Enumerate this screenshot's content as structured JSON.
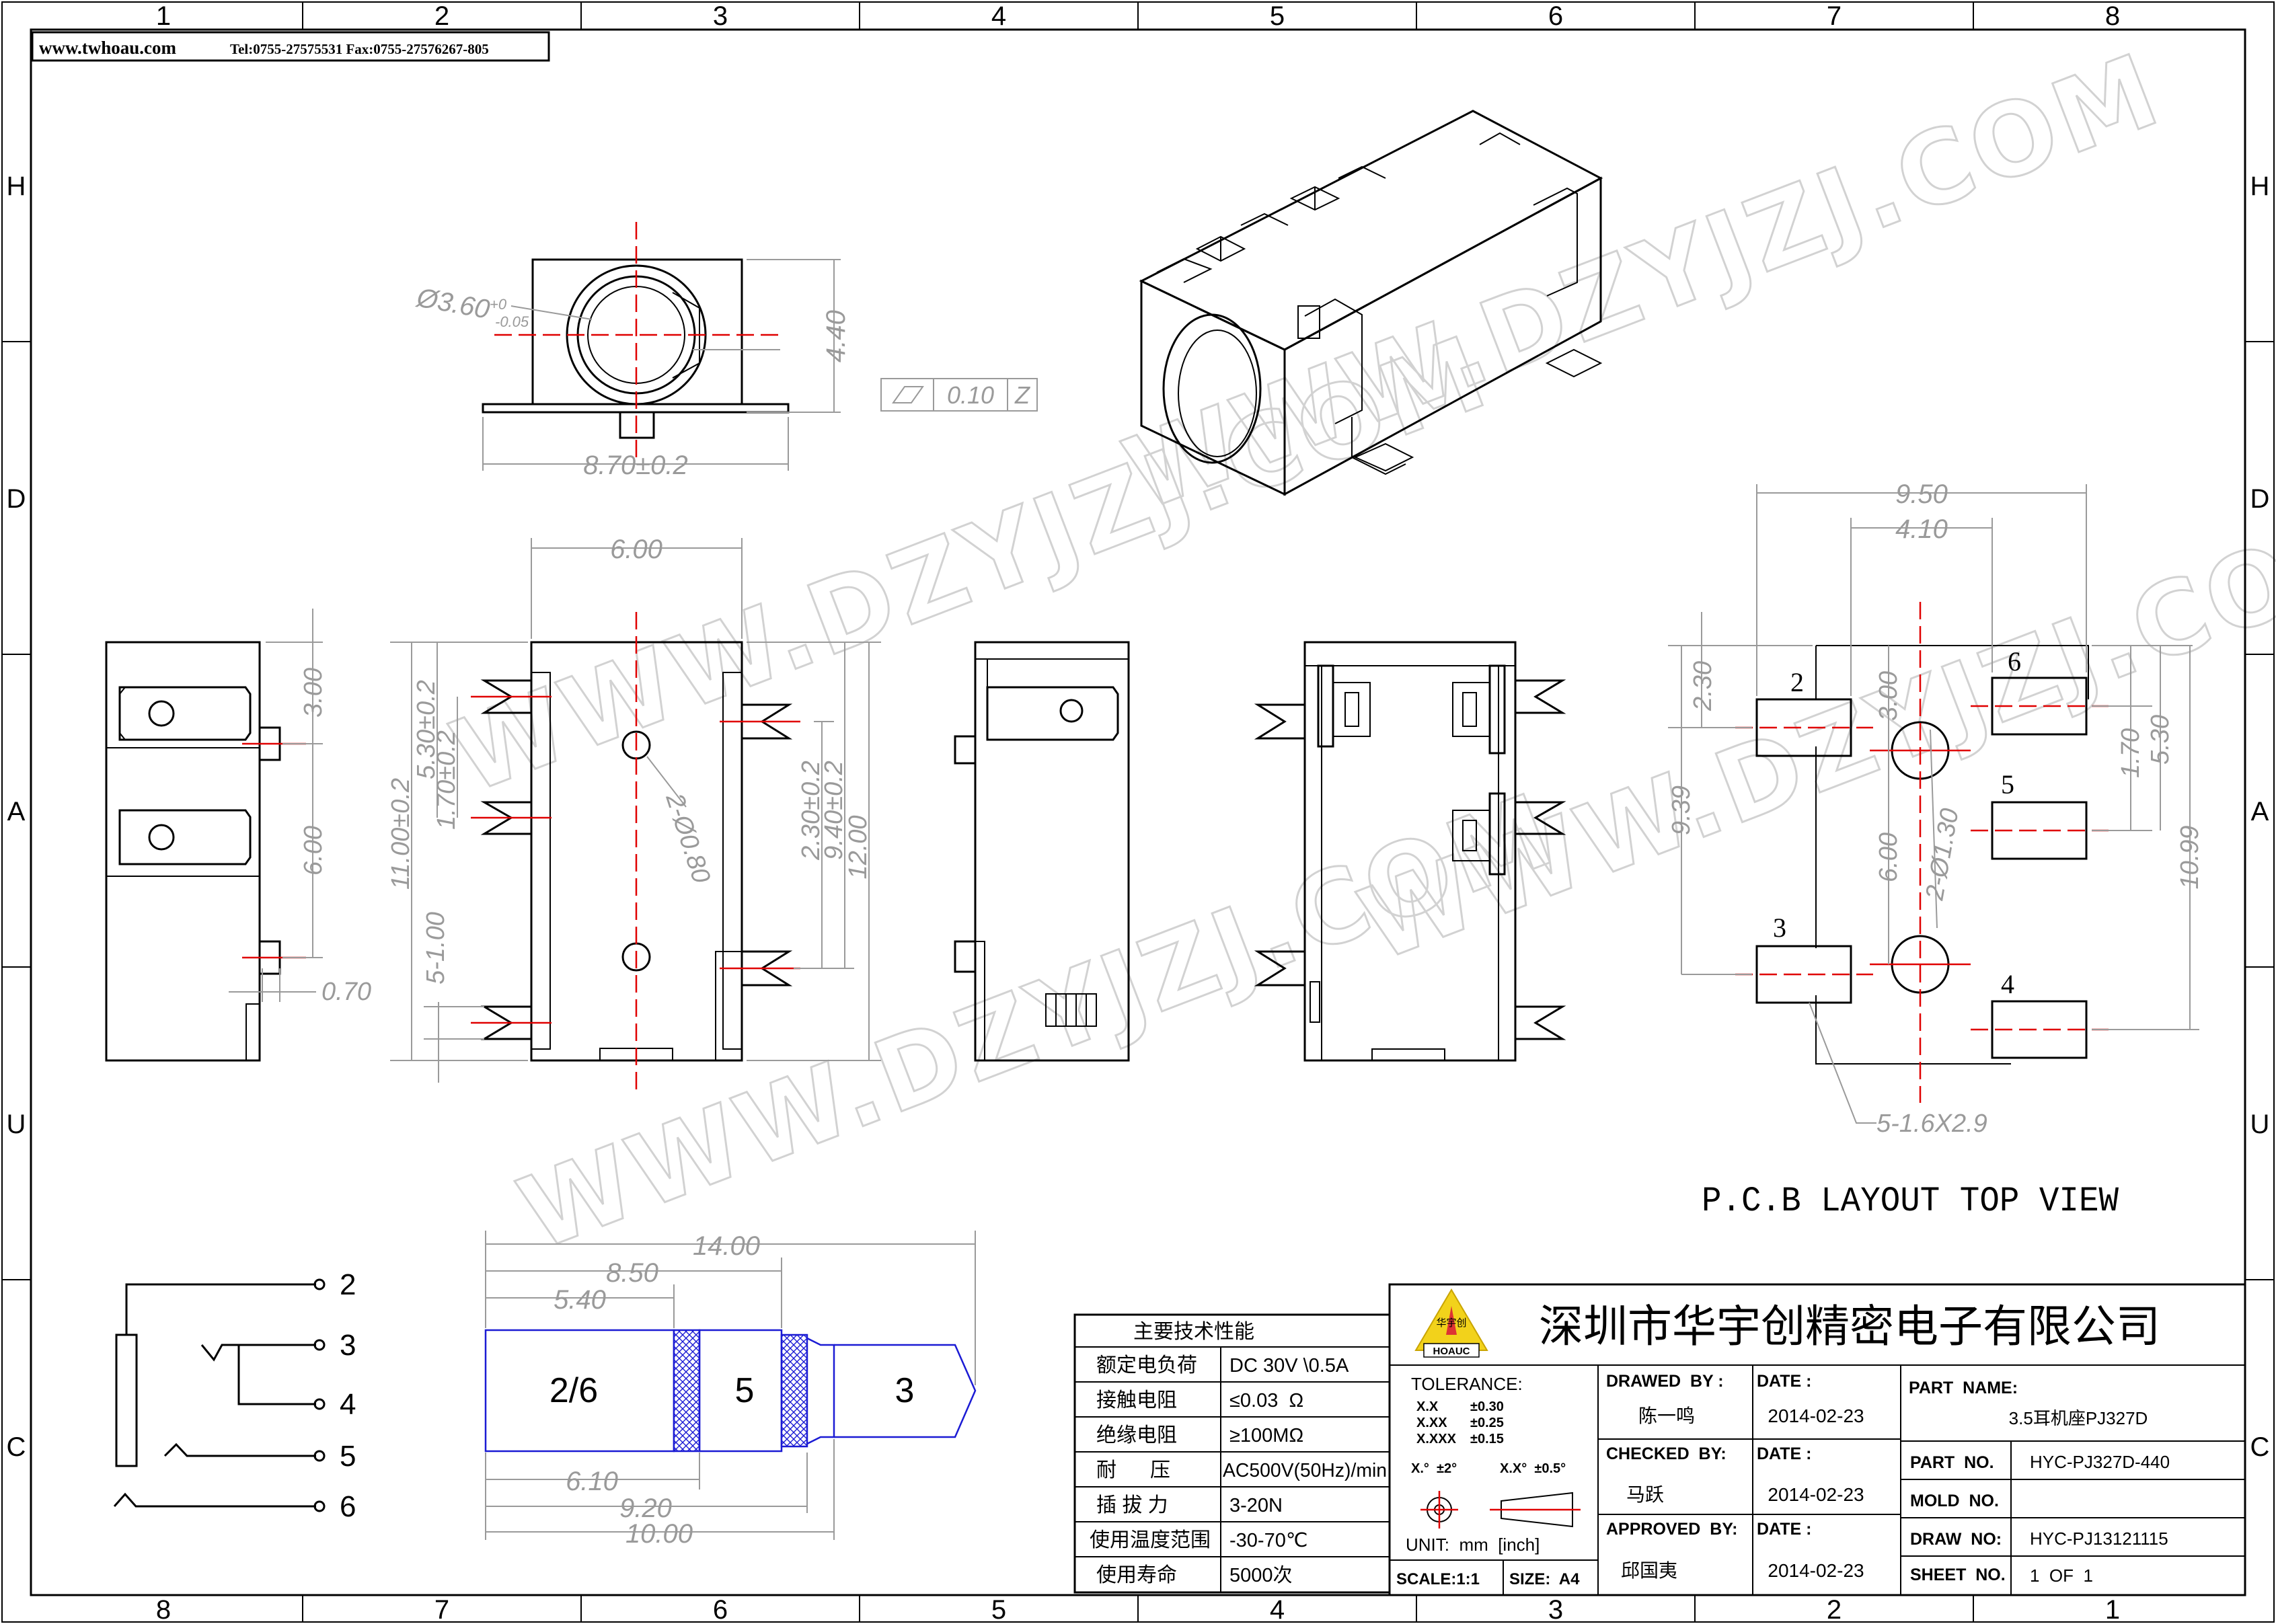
{
  "colors": {
    "center_line": "#e00000",
    "dimension": "#9a9a9a",
    "pad_fill": "#f7f29a",
    "plug_outline": "#1b1bd4",
    "logo_yellow": "#f2d21b"
  },
  "frame": {
    "columns_top": [
      "1",
      "2",
      "3",
      "4",
      "5",
      "6",
      "7",
      "8"
    ],
    "columns_bottom": [
      "8",
      "7",
      "6",
      "5",
      "4",
      "3",
      "2",
      "1"
    ],
    "rows": [
      "H",
      "D",
      "A",
      "U",
      "C"
    ]
  },
  "header": {
    "website": "www.twhoau.com",
    "contact": "Tel:0755-27575531  Fax:0755-27576267-805"
  },
  "front_view": {
    "dia_label": "Ø3.60",
    "tol_upper": "+0",
    "tol_lower": "-0.05",
    "height": "4.40",
    "width": "8.70±0.2",
    "flatness_value": "0.10",
    "flatness_datum": "Z"
  },
  "side_left": {
    "d1": "3.00",
    "d2": "6.00",
    "d3": "0.70"
  },
  "top_view": {
    "width": "6.00",
    "l1": "11.00±0.2",
    "l2": "5.30±0.2",
    "l3": "1.70±0.2",
    "l4": "5-1.00",
    "hole": "2-Ø0.80",
    "r1": "2.30±0.2",
    "r2": "9.40±0.2",
    "r3": "12.00"
  },
  "pcb": {
    "w_total": "9.50",
    "w_inner": "4.10",
    "l_230": "2.30",
    "l_300": "3.00",
    "l_939": "9.39",
    "l_600": "6.00",
    "hole": "2-Ø1.30",
    "r_170": "1.70",
    "r_530": "5.30",
    "r_1099": "10.99",
    "pad_size": "5-1.6X2.9",
    "pin_2": "2",
    "pin_3": "3",
    "pin_4": "4",
    "pin_5": "5",
    "pin_6": "6",
    "title": "P.C.B LAYOUT TOP VIEW"
  },
  "schematic": {
    "pins": [
      "2",
      "3",
      "4",
      "5",
      "6"
    ]
  },
  "plug": {
    "seg1": "2/6",
    "seg2": "5",
    "seg3": "3",
    "d_1400": "14.00",
    "d_850": "8.50",
    "d_540": "5.40",
    "d_610": "6.10",
    "d_920": "9.20",
    "d_1000": "10.00"
  },
  "specs": {
    "title": "主要技术性能",
    "rows": [
      {
        "label": "额定电负荷",
        "value": "DC 30V \\0.5A"
      },
      {
        "label": "接触电阻",
        "value": "≤0.03  Ω"
      },
      {
        "label": "绝缘电阻",
        "value": "≥100MΩ"
      },
      {
        "label": "耐      压",
        "value": "AC500V(50Hz)/min"
      },
      {
        "label": "插 拔 力",
        "value": "3-20N"
      },
      {
        "label": "使用温度范围",
        "value": "-30-70℃"
      },
      {
        "label": "使用寿命",
        "value": "5000次"
      }
    ]
  },
  "title_block": {
    "company": "深圳市华宇创精密电子有限公司",
    "logo_cn": "华宇创",
    "logo_en": "HOAUC",
    "tolerance_label": "TOLERANCE:",
    "tol_lines": [
      [
        "X.X",
        "±0.30"
      ],
      [
        "X.XX",
        "±0.25"
      ],
      [
        "X.XXX",
        "±0.15"
      ]
    ],
    "angle_1": "X.°  ±2°",
    "angle_2": "X.X°  ±0.5°",
    "unit": "UNIT:  mm  [inch]",
    "scale": "SCALE:1:1",
    "size": "SIZE:  A4",
    "drawn_label": "DRAWED  BY :",
    "drawn_name": "陈一鸣",
    "checked_label": "CHECKED  BY:",
    "checked_name": "马跃",
    "approved_label": "APPROVED  BY:",
    "approved_name": "邱国夷",
    "date_label": "DATE :",
    "date_1": "2014-02-23",
    "date_2": "2014-02-23",
    "date_3": "2014-02-23",
    "part_name_label": "PART  NAME:",
    "part_name": "3.5耳机座PJ327D",
    "part_no_label": "PART  NO.",
    "part_no": "HYC-PJ327D-440",
    "mold_no_label": "MOLD  NO.",
    "draw_no_label": "DRAW  NO:",
    "draw_no": "HYC-PJ13121115",
    "sheet_label": "SHEET  NO.",
    "sheet": "1  OF  1"
  },
  "watermark": "WWW.DZYJZJ.COM"
}
